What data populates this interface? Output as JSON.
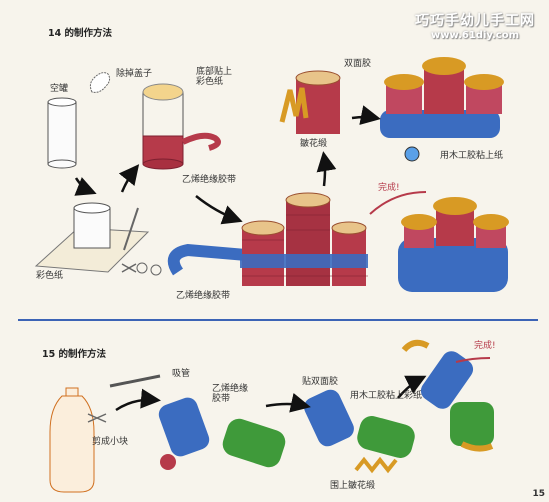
{
  "watermark": {
    "title": "巧巧手幼儿手工网",
    "url": "www.61diy.com"
  },
  "section14": {
    "heading": "14 的制作方法",
    "labels": {
      "empty_can": "空罐",
      "remove_lid": "除掉盖子",
      "paste_colored_paper_bottom": "底部贴上彩色纸",
      "double_sided_tape": "双面胶",
      "pleated_ribbon": "皺花缎",
      "vinyl_tape_1": "乙烯绝缘胶带",
      "colored_paper": "彩色纸",
      "vinyl_tape_2": "乙烯绝缘胶带",
      "wood_glue": "用木工胶粘上纸",
      "done": "完成!"
    }
  },
  "section15": {
    "heading": "15 的制作方法",
    "labels": {
      "straw": "吸管",
      "vinyl_tape": "乙烯绝缘胶带",
      "cut_pieces": "剪成小块",
      "double_sided_tape": "贴双面胶",
      "wood_glue_colored_paper": "用木工胶粘上彩纸",
      "wrap_ribbon": "围上皺花缎",
      "done": "完成!"
    }
  },
  "page_number": "15",
  "colors": {
    "blue": "#3b6cc0",
    "red": "#b63a4a",
    "green": "#3f9a3a",
    "gold": "#d89a24",
    "tan": "#e8c48a"
  }
}
